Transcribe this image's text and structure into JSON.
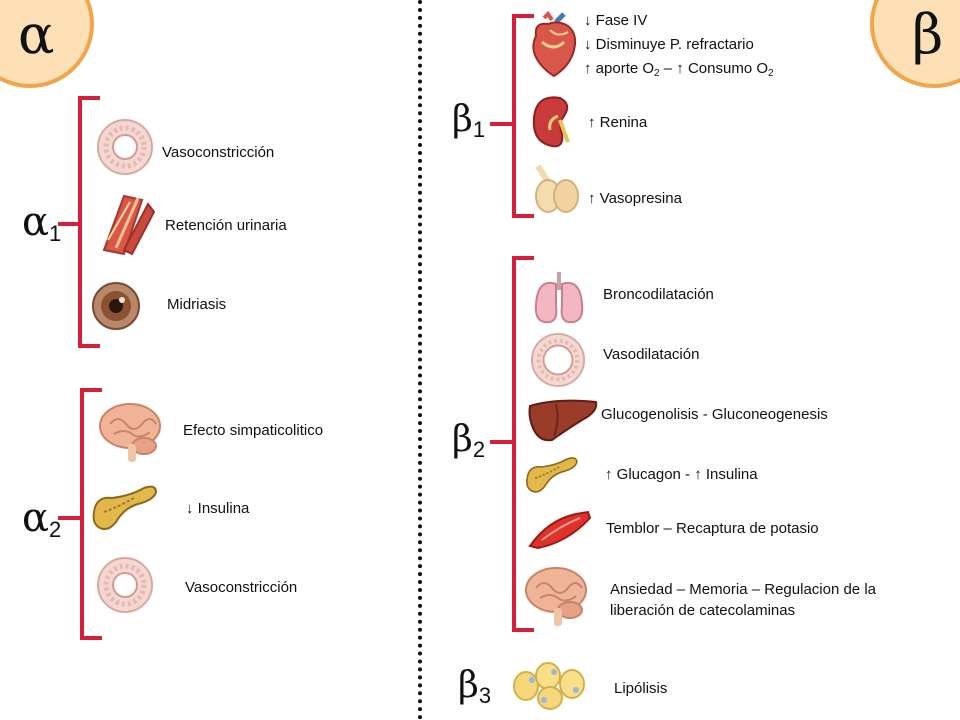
{
  "alpha": {
    "symbol": "α",
    "alpha1": {
      "symbol": "α",
      "subscript": "1",
      "effects": [
        "Vasoconstricción",
        "Retención urinaria",
        "Midriasis"
      ],
      "icons": [
        "blood-vessel-icon",
        "bladder-muscle-icon",
        "eye-iris-icon"
      ]
    },
    "alpha2": {
      "symbol": "α",
      "subscript": "2",
      "effects": [
        "Efecto simpaticolitico",
        "Insulina",
        "Vasoconstricción"
      ],
      "arrows": {
        "insulina": "↓"
      },
      "icons": [
        "brain-icon",
        "pancreas-icon",
        "blood-vessel-icon"
      ]
    }
  },
  "beta": {
    "symbol": "β",
    "beta1": {
      "symbol": "β",
      "subscript": "1",
      "heart_lines": {
        "line1_arrow": "↓",
        "line1_text": "Fase IV",
        "line2_arrow": "↓",
        "line2_text": "Disminuye P. refractario",
        "line3_arrow": "↑",
        "line3_text_a": "aporte O",
        "line3_sub_a": "2",
        "line3_sep": " – ",
        "line3_arrow2": "↑",
        "line3_text_b": "Consumo O",
        "line3_sub_b": "2"
      },
      "renina_arrow": "↑",
      "renina": "Renina",
      "vasopresina_arrow": "↑",
      "vasopresina": "Vasopresina",
      "icons": [
        "heart-icon",
        "kidney-icon",
        "pituitary-icon"
      ]
    },
    "beta2": {
      "symbol": "β",
      "subscript": "2",
      "broncodilatacion": "Broncodilatación",
      "vasodilatacion": "Vasodilatación",
      "glucogenolisis": "Glucogenolisis - Gluconeogenesis",
      "glucagon_arrow": "↑",
      "glucagon": "Glucagon - ",
      "insulina_arrow": "↑",
      "insulina": "Insulina",
      "temblor": "Temblor – Recaptura de potasio",
      "ansiedad_line1": "Ansiedad – Memoria – Regulacion de la",
      "ansiedad_line2": "liberación de catecolaminas",
      "icons": [
        "lungs-icon",
        "blood-vessel-icon",
        "liver-icon",
        "pancreas-icon",
        "muscle-icon",
        "brain-icon"
      ]
    },
    "beta3": {
      "symbol": "β",
      "subscript": "3",
      "lipolisis": "Lipólisis",
      "icons": [
        "adipocytes-icon"
      ]
    }
  },
  "colors": {
    "bracket": "#d6203a",
    "badge_fill": "#fde0b6",
    "badge_border": "#f1a54a"
  }
}
